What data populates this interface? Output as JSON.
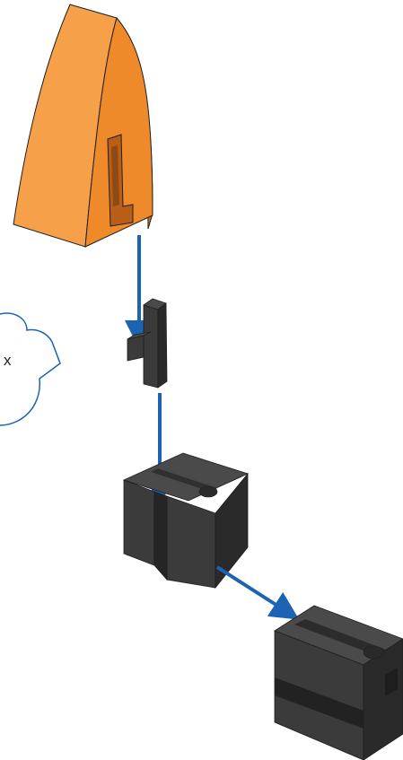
{
  "callout": {
    "label": "x"
  },
  "colors": {
    "background": "#ffffff",
    "orange_front": "#ef8a2b",
    "orange_side": "#d86d18",
    "orange_top": "#f6a14a",
    "dark_front": "#3b3b3b",
    "dark_side": "#2a2a2a",
    "dark_top": "#4a4a4a",
    "arrow": "#1d63b3",
    "callout_stroke": "#1d63b3"
  },
  "icons": [
    "orange-wedge-part",
    "black-clip-part",
    "black-block-assembly",
    "black-block-final",
    "arrow-down",
    "arrow-diagonal",
    "speech-bubble"
  ]
}
